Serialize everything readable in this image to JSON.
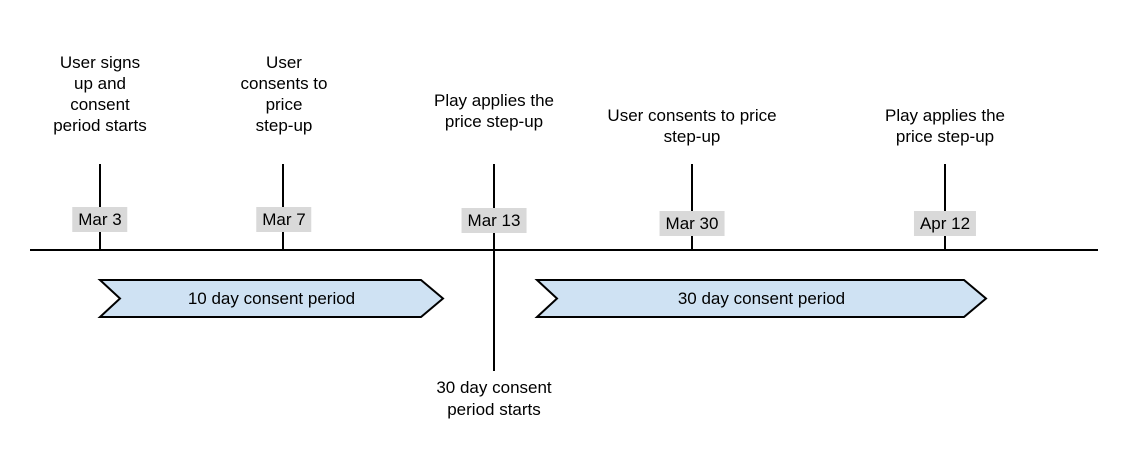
{
  "colors": {
    "background": "#ffffff",
    "text": "#000000",
    "line": "#000000",
    "date-bg": "#d9d9d9",
    "banner-fill": "#cfe2f3",
    "banner-border": "#000000"
  },
  "events": [
    {
      "date": "Mar 3",
      "lines": [
        "User signs",
        "up and",
        "consent",
        "period starts"
      ]
    },
    {
      "date": "Mar 7",
      "lines": [
        "User",
        "consents to",
        "price",
        "step-up"
      ]
    },
    {
      "date": "Mar 13",
      "lines": [
        "Play applies the",
        "price step-up"
      ]
    },
    {
      "date": "Mar 30",
      "lines": [
        "User consents to price",
        "step-up"
      ]
    },
    {
      "date": "Apr 12",
      "lines": [
        "Play applies the",
        "price step-up"
      ]
    }
  ],
  "banners": [
    {
      "label": "10 day consent period"
    },
    {
      "label": "30 day consent period"
    }
  ],
  "note": {
    "lines": [
      "30 day consent",
      "period starts"
    ]
  }
}
